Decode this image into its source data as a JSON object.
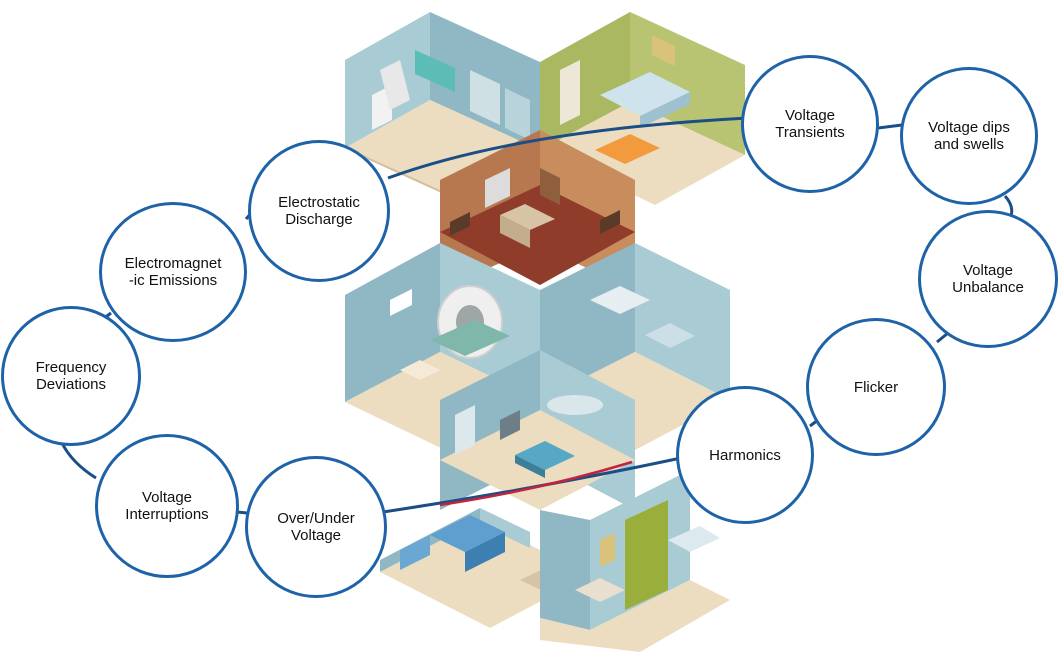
{
  "diagram": {
    "colors": {
      "ring": "#1e63a8",
      "connector": "#1a4e86",
      "accent_line": "#c1243c"
    },
    "nodes": [
      {
        "id": "voltage-transients",
        "label": "Voltage\nTransients"
      },
      {
        "id": "voltage-dips-swells",
        "label": "Voltage dips\nand swells"
      },
      {
        "id": "voltage-unbalance",
        "label": "Voltage\nUnbalance"
      },
      {
        "id": "flicker",
        "label": "Flicker"
      },
      {
        "id": "harmonics",
        "label": "Harmonics"
      },
      {
        "id": "electrostatic-discharge",
        "label": "Electrostatic\nDischarge"
      },
      {
        "id": "electromagnetic-emissions",
        "label": "Electromagnet\n-ic Emissions"
      },
      {
        "id": "frequency-deviations",
        "label": "Frequency\nDeviations"
      },
      {
        "id": "voltage-interruptions",
        "label": "Voltage\nInterruptions"
      },
      {
        "id": "over-under-voltage",
        "label": "Over/Under\nVoltage"
      }
    ]
  }
}
